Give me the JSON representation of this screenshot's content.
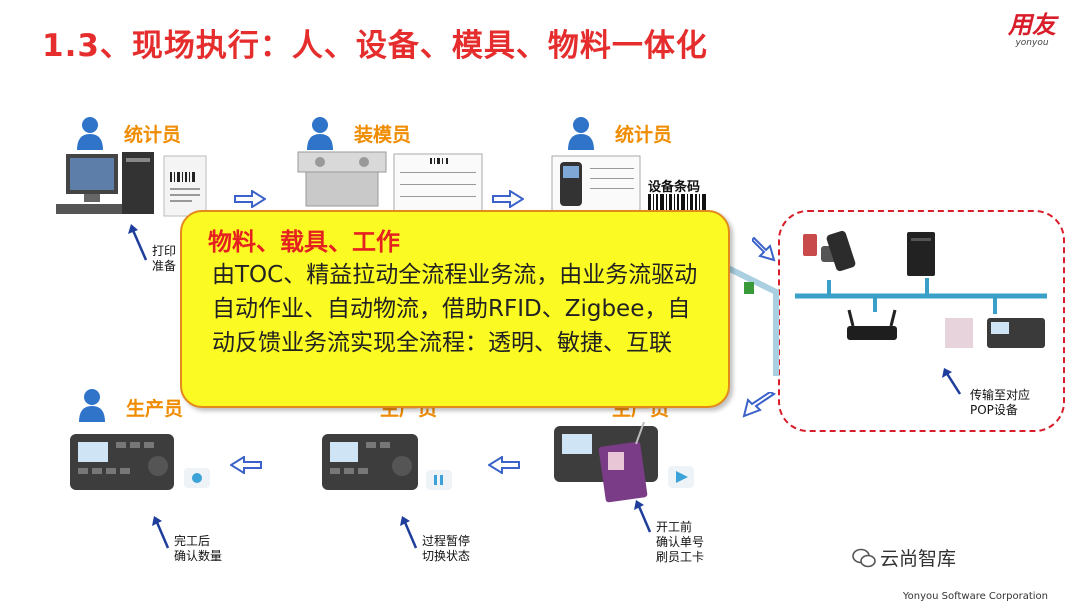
{
  "title": "1.3、现场执行：人、设备、模具、物料一体化",
  "logo": {
    "zh": "用友",
    "en": "yonyou"
  },
  "roles": {
    "top1": "统计员",
    "top2": "装模员",
    "top3": "统计员",
    "bottom1": "生产员",
    "bottom2": "生产员",
    "bottom3": "生产员"
  },
  "labels": {
    "device_barcode": "设备条码",
    "print": [
      "打印",
      "准备"
    ],
    "finish": [
      "完工后",
      "确认数量"
    ],
    "pause": [
      "过程暂停",
      "切换状态"
    ],
    "start": [
      "开工前",
      "确认单号",
      "刷员工卡"
    ],
    "transfer": [
      "传输至对应",
      "POP设备"
    ]
  },
  "callout": {
    "heading": "物料、载具、工作",
    "body": "由TOC、精益拉动全流程业务流，由业务流驱动自动作业、自动物流，借助RFID、Zigbee，自动反馈业务流实现全流程：透明、敏捷、互联"
  },
  "watermark": "云尚智库",
  "footer": "Yonyou Software Corporation",
  "colors": {
    "title": "#e52d2d",
    "role": "#f08c00",
    "callout_bg": "#fbfa23",
    "arrow": "#3a62c9",
    "dashed": "#d81e2a"
  }
}
